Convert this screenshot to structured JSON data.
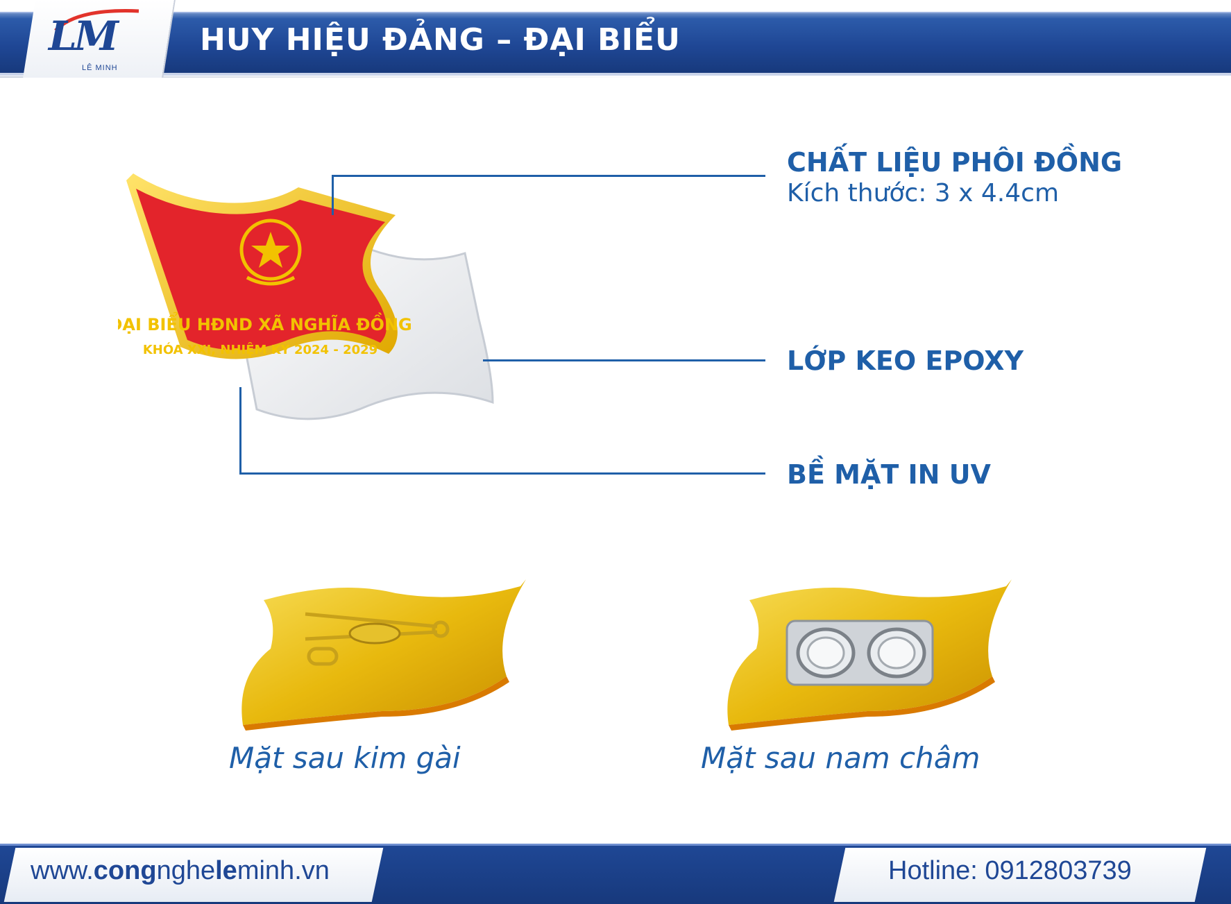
{
  "header": {
    "logo_initials": "LM",
    "logo_subtitle": "LÊ MINH",
    "title": "HUY HIỆU ĐẢNG – ĐẠI BIỂU"
  },
  "badge": {
    "line1": "ĐẠI BIỂU HĐND XÃ NGHĨA ĐỒNG",
    "line2": "KHÓA XXI, NHIỆM KỲ 2024 - 2029"
  },
  "callouts": [
    {
      "title": "CHẤT LIỆU PHÔI ĐỒNG",
      "subtitle": "Kích thước: 3 x 4.4cm"
    },
    {
      "title": "LỚP KEO EPOXY"
    },
    {
      "title": "BỀ MẶT IN UV"
    }
  ],
  "backs": [
    {
      "caption": "Mặt sau kim gài",
      "type": "safety-pin"
    },
    {
      "caption": "Mặt sau nam châm",
      "type": "magnet"
    }
  ],
  "footer": {
    "url_prefix": "www.",
    "url_bold_1": "cong",
    "url_plain_1": "nghe",
    "url_bold_2": "le",
    "url_plain_2": "minh",
    "url_suffix": ".vn",
    "hotline": "Hotline: 0912803739"
  },
  "colors": {
    "brand_blue": "#1f4795",
    "accent_blue": "#1f5fa8",
    "flag_red": "#e3242b",
    "gold": "#f2c200"
  }
}
